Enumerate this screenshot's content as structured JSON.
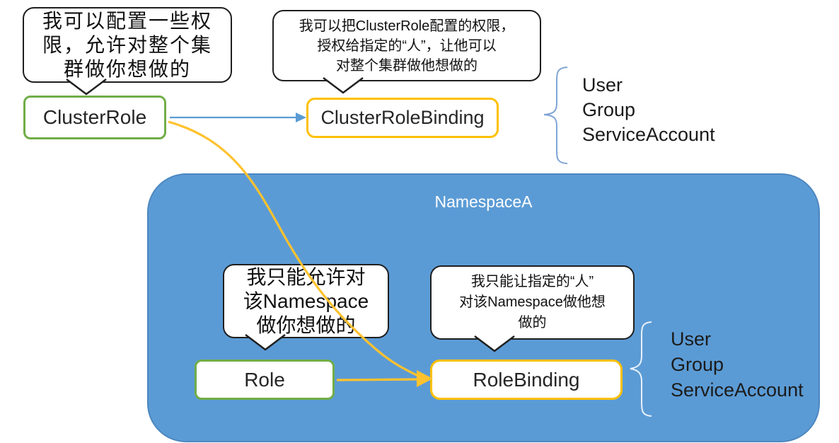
{
  "namespace": {
    "label": "NamespaceA"
  },
  "nodes": {
    "cluster_role": "ClusterRole",
    "cluster_role_binding": "ClusterRoleBinding",
    "role": "Role",
    "role_binding": "RoleBinding"
  },
  "callouts": {
    "cluster_role": {
      "lines": [
        "我可以配置一些权",
        "限，允许对整个集",
        "群做你想做的"
      ]
    },
    "cluster_role_binding": {
      "lines": [
        "我可以把ClusterRole配置的权限，",
        "授权给指定的“人”，让他可以",
        "对整个集群做他想做的"
      ]
    },
    "role": {
      "lines": [
        "我只能允许对",
        "该Namespace",
        "做你想做的"
      ]
    },
    "role_binding": {
      "lines": [
        "我只能让指定的“人”",
        "对该Namespace做他想",
        "做的"
      ]
    }
  },
  "subjects": {
    "cluster": [
      "User",
      "Group",
      "ServiceAccount"
    ],
    "namespace": [
      "User",
      "Group",
      "ServiceAccount"
    ]
  },
  "colors": {
    "namespace_fill": "#5B9BD5",
    "role_border": "#70AD47",
    "binding_border": "#FFC000",
    "arrow_blue": "#5B9BD5",
    "arrow_yellow": "#FFC22E",
    "bubble_border": "#1f1f1f"
  }
}
